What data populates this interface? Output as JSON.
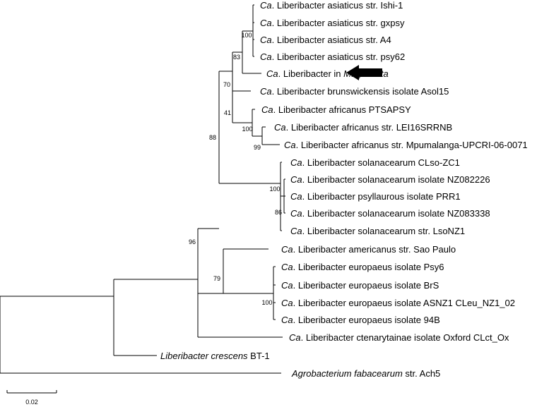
{
  "tree": {
    "taxa": [
      {
        "id": "ishi1",
        "italic": "Ca",
        "rest": ". Liberibacter asiaticus str. Ishi-1"
      },
      {
        "id": "gxpsy",
        "italic": "Ca",
        "rest": ". Liberibacter asiaticus str. gxpsy"
      },
      {
        "id": "a4",
        "italic": "Ca",
        "rest": ". Liberibacter asiaticus str. A4"
      },
      {
        "id": "psy62",
        "italic": "Ca",
        "rest": ". Liberibacter asiaticus str. psy62"
      },
      {
        "id": "mglad",
        "italic": "Ca",
        "rest": ". Liberibacter in ",
        "italic2": "M. gladiata"
      },
      {
        "id": "asol15",
        "italic": "Ca",
        "rest": ". Liberibacter brunswickensis isolate Asol15"
      },
      {
        "id": "ptsapsy",
        "italic": "Ca",
        "rest": ". Liberibacter africanus PTSAPSY"
      },
      {
        "id": "lei16",
        "italic": "Ca",
        "rest": ". Liberibacter africanus str. LEI16SRRNB"
      },
      {
        "id": "mpum",
        "italic": "Ca",
        "rest": ". Liberibacter africanus str. Mpumalanga-UPCRI-06-0071"
      },
      {
        "id": "clsozc1",
        "italic": "Ca",
        "rest": ". Liberibacter solanacearum CLso-ZC1"
      },
      {
        "id": "nz082226",
        "italic": "Ca",
        "rest": ". Liberibacter solanacearum isolate NZ082226"
      },
      {
        "id": "prr1",
        "italic": "Ca",
        "rest": ". Liberibacter psyllaurous isolate PRR1"
      },
      {
        "id": "nz083338",
        "italic": "Ca",
        "rest": ". Liberibacter solanacearum isolate NZ083338"
      },
      {
        "id": "lsonz1",
        "italic": "Ca",
        "rest": ". Liberibacter solanacearum str. LsoNZ1"
      },
      {
        "id": "saopaulo",
        "italic": "Ca",
        "rest": ". Liberibacter americanus str. Sao Paulo"
      },
      {
        "id": "psy6",
        "italic": "Ca",
        "rest": ". Liberibacter europaeus isolate Psy6"
      },
      {
        "id": "brs",
        "italic": "Ca",
        "rest": ". Liberibacter europaeus isolate BrS"
      },
      {
        "id": "asnz1",
        "italic": "Ca",
        "rest": ". Liberibacter europaeus isolate ASNZ1 CLeu_NZ1_02"
      },
      {
        "id": "94b",
        "italic": "Ca",
        "rest": ". Liberibacter europaeus isolate 94B"
      },
      {
        "id": "oxford",
        "italic": "Ca",
        "rest": ". Liberibacter ctenarytainae isolate Oxford CLct_Ox"
      },
      {
        "id": "crescens",
        "italic": "Liberibacter crescens",
        "rest": " BT-1"
      },
      {
        "id": "agro",
        "italic": "Agrobacterium fabacearum",
        "rest": " str. Ach5"
      }
    ],
    "bootstrap": [
      "100",
      "83",
      "70",
      "41",
      "100",
      "99",
      "88",
      "100",
      "86",
      "96",
      "79",
      "100"
    ],
    "scale_bar_label": "0.02",
    "highlight_marker": "arrow-left"
  }
}
